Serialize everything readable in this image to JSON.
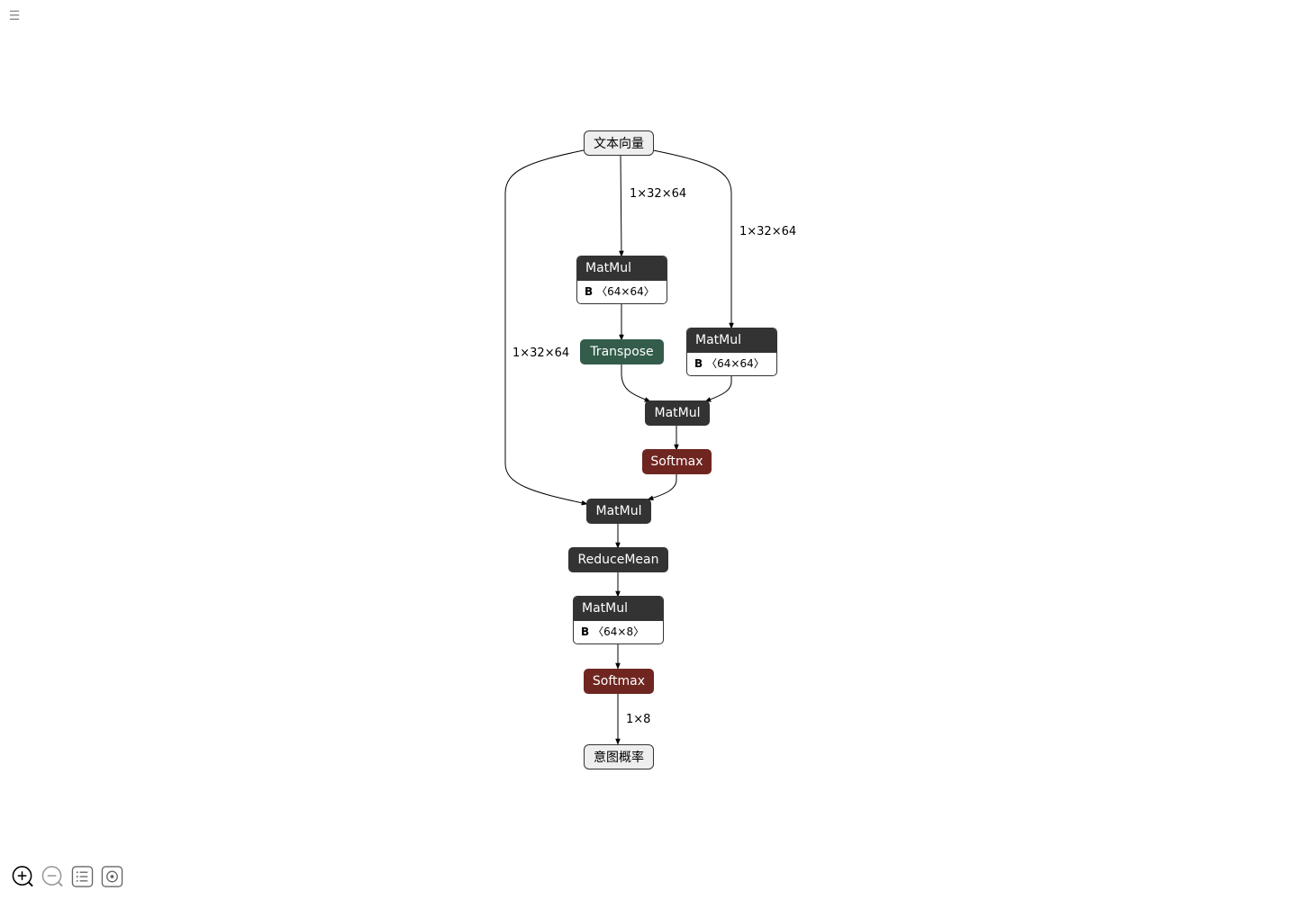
{
  "menu": {
    "icon": "menu-icon",
    "glyph": "☰"
  },
  "graph": {
    "input": {
      "label": "文本向量"
    },
    "output": {
      "label": "意图概率"
    },
    "nodes": {
      "matmul_q": {
        "label": "MatMul",
        "attr_name": "B",
        "attr_value": "〈64×64〉"
      },
      "transpose": {
        "label": "Transpose"
      },
      "matmul_k": {
        "label": "MatMul",
        "attr_name": "B",
        "attr_value": "〈64×64〉"
      },
      "matmul_scores": {
        "label": "MatMul"
      },
      "softmax_attn": {
        "label": "Softmax"
      },
      "matmul_context": {
        "label": "MatMul"
      },
      "reduce_mean": {
        "label": "ReduceMean"
      },
      "matmul_cls": {
        "label": "MatMul",
        "attr_name": "B",
        "attr_value": "〈64×8〉"
      },
      "softmax_out": {
        "label": "Softmax"
      }
    },
    "edge_labels": {
      "input_to_matmul_q": "1×32×64",
      "input_to_matmul_k": "1×32×64",
      "input_to_matmul_context": "1×32×64",
      "softmax_to_output": "1×8"
    },
    "colors": {
      "layer": "#333333",
      "transform": "#335c4a",
      "activation": "#6f2620",
      "io": "#eeeeee"
    }
  },
  "toolbar": {
    "zoom_in": "zoom-in-icon",
    "zoom_out": "zoom-out-icon",
    "list": "list-icon",
    "center": "target-icon"
  }
}
